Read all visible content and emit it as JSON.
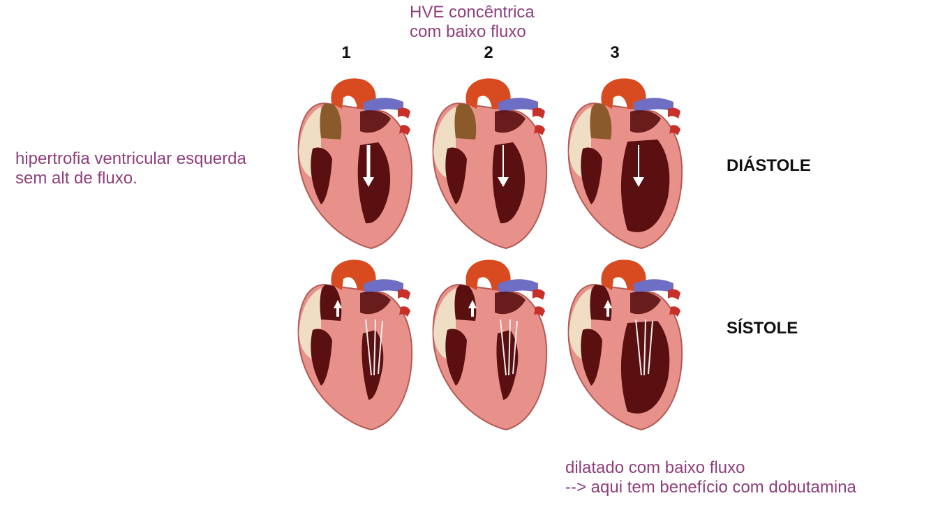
{
  "annotations": {
    "top_note": [
      "HVE concêntrica",
      "com baixo fluxo"
    ],
    "left_note": [
      "hipertrofia ventricular esquerda",
      "sem alt de fluxo."
    ],
    "bottom_note": [
      "dilatado com baixo fluxo",
      "--> aqui tem benefício com dobutamina"
    ],
    "color": "#8e3f7c"
  },
  "columns": [
    "1",
    "2",
    "3"
  ],
  "rows": [
    "DIÁSTOLE",
    "SÍSTOLE"
  ],
  "hearts": [
    {
      "column": "1",
      "phase": "DIÁSTOLE",
      "arrow": "down",
      "wall": "thick"
    },
    {
      "column": "2",
      "phase": "DIÁSTOLE",
      "arrow": "down",
      "wall": "thick"
    },
    {
      "column": "3",
      "phase": "DIÁSTOLE",
      "arrow": "down",
      "wall": "thin"
    },
    {
      "column": "1",
      "phase": "SÍSTOLE",
      "arrow": "up",
      "wall": "thick"
    },
    {
      "column": "2",
      "phase": "SÍSTOLE",
      "arrow": "up",
      "wall": "thick"
    },
    {
      "column": "3",
      "phase": "SÍSTOLE",
      "arrow": "up",
      "wall": "thin"
    }
  ],
  "colors": {
    "myocardium": "#e8908a",
    "aorta": "#d84a1f",
    "vena": "#6e6fc4",
    "cavity": "#5a1010",
    "fat": "#efe7c9"
  }
}
